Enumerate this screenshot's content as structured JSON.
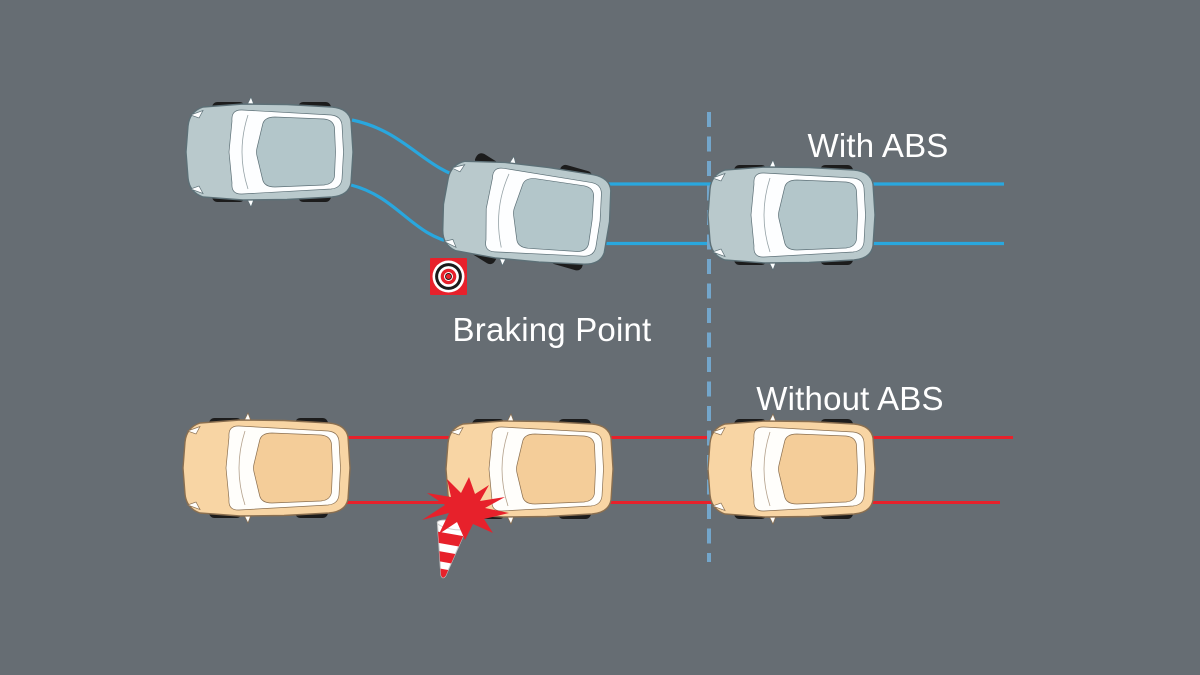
{
  "diagram": {
    "background_color": "#666d73",
    "text_color": "#ffffff",
    "labels": {
      "with_abs": "With ABS",
      "without_abs": "Without ABS",
      "braking_point": "Braking Point"
    },
    "with_abs": {
      "trajectory_color": "#29a7de",
      "trajectory_style": "solid-curving-around-obstacle",
      "car_count": 3,
      "car": {
        "body_color": "#b9c9cc",
        "roof_color": "#b3c6ca",
        "outline_color": "#5d7077",
        "glass_color": "#fdfeff"
      }
    },
    "without_abs": {
      "trajectory_color": "#e7212b",
      "trajectory_style": "solid-straight-into-obstacle",
      "car_count": 3,
      "car": {
        "body_color": "#f8d5a4",
        "roof_color": "#f4cd99",
        "outline_color": "#8a6f50",
        "glass_color": "#fffefb"
      }
    },
    "lane_divider_color": "#73a6cb",
    "tire_color": "#1c1c1c",
    "markers": {
      "braking_point_marker": "bullseye-target",
      "crash_marker": "crash-starburst",
      "obstacle": "traffic-cone"
    }
  }
}
